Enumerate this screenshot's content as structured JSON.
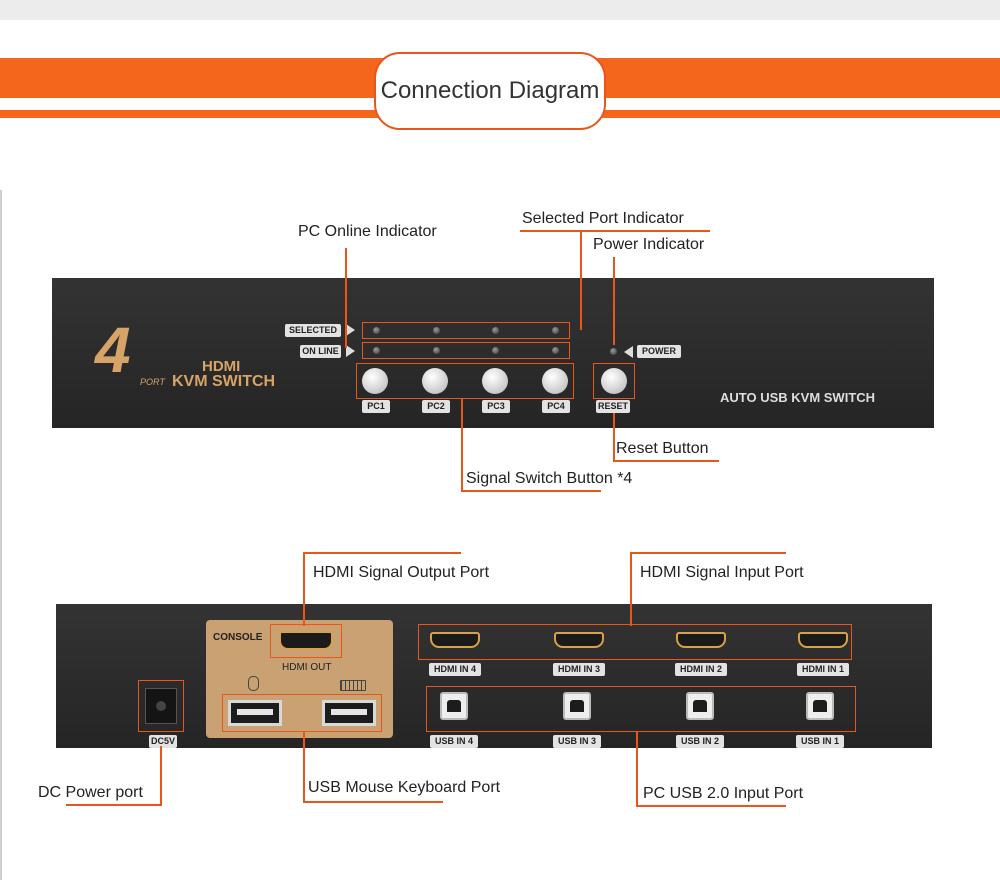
{
  "header": {
    "title": "Connection Diagram"
  },
  "front_panel": {
    "brand_number": "4",
    "brand_port": "PORT",
    "brand_hdmi": "HDMI",
    "brand_kvm": "KVM SWITCH",
    "selected_label": "SELECTED",
    "online_label": "ON LINE",
    "power_label": "POWER",
    "buttons": [
      "PC1",
      "PC2",
      "PC3",
      "PC4"
    ],
    "reset_label": "RESET",
    "auto_label": "AUTO USB KVM SWITCH"
  },
  "front_annotations": {
    "pc_online": "PC Online Indicator",
    "selected_port": "Selected Port Indicator",
    "power_indicator": "Power Indicator",
    "reset_button": "Reset Button",
    "signal_switch": "Signal Switch Button *4"
  },
  "back_panel": {
    "console_label": "CONSOLE",
    "hdmi_out_label": "HDMI OUT",
    "hdmi_inputs": [
      "HDMI IN 4",
      "HDMI IN 3",
      "HDMI IN 2",
      "HDMI IN 1"
    ],
    "usb_inputs": [
      "USB IN 4",
      "USB IN 3",
      "USB IN 2",
      "USB IN 1"
    ],
    "dc_label": "DC5V"
  },
  "back_annotations": {
    "hdmi_output": "HDMI Signal Output Port",
    "hdmi_input": "HDMI Signal Input Port",
    "dc_power": "DC Power port",
    "usb_mouse_kb": "USB Mouse Keyboard Port",
    "pc_usb": "PC USB 2.0 Input Port"
  },
  "colors": {
    "accent": "#f4661c",
    "panel": "#2b2b2b",
    "gold": "#d8a367"
  }
}
